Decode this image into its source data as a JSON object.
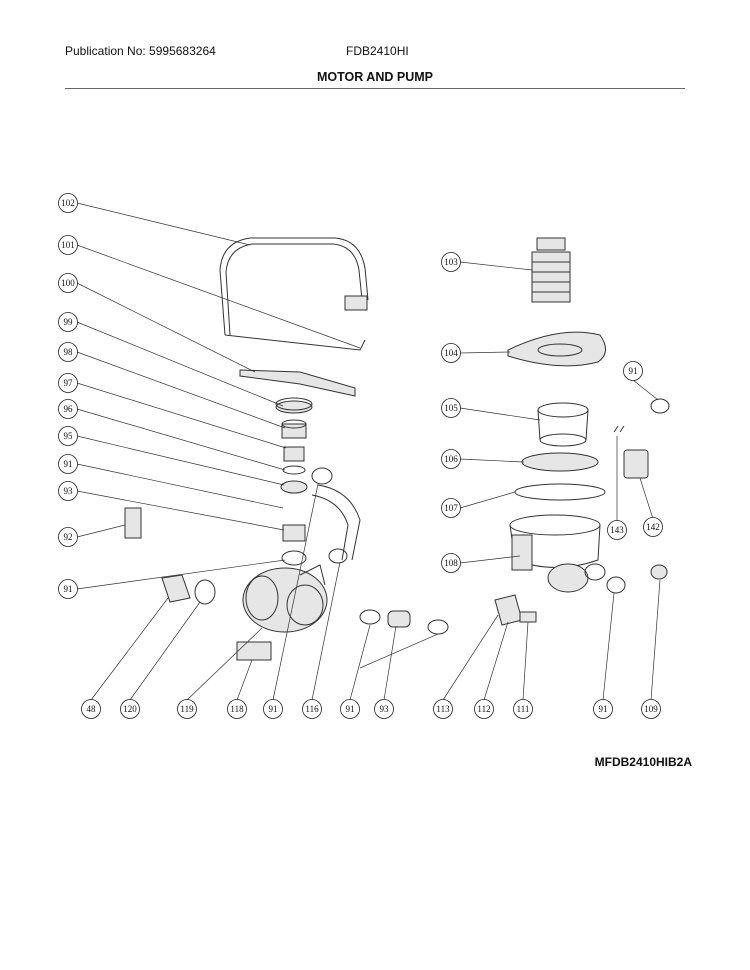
{
  "header": {
    "publication": "Publication No: 5995683264",
    "model": "FDB2410HI",
    "title": "MOTOR AND PUMP"
  },
  "diagram_id": "MFDB2410HIB2A",
  "callouts": [
    {
      "id": "c102",
      "label": "102"
    },
    {
      "id": "c101",
      "label": "101"
    },
    {
      "id": "c100",
      "label": "100"
    },
    {
      "id": "c99",
      "label": "99"
    },
    {
      "id": "c98",
      "label": "98"
    },
    {
      "id": "c97",
      "label": "97"
    },
    {
      "id": "c96",
      "label": "96"
    },
    {
      "id": "c95",
      "label": "95"
    },
    {
      "id": "c91a",
      "label": "91"
    },
    {
      "id": "c93a",
      "label": "93"
    },
    {
      "id": "c92",
      "label": "92"
    },
    {
      "id": "c91b",
      "label": "91"
    },
    {
      "id": "c103",
      "label": "103"
    },
    {
      "id": "c104",
      "label": "104"
    },
    {
      "id": "c91c",
      "label": "91"
    },
    {
      "id": "c105",
      "label": "105"
    },
    {
      "id": "c106",
      "label": "106"
    },
    {
      "id": "c107",
      "label": "107"
    },
    {
      "id": "c108",
      "label": "108"
    },
    {
      "id": "c143",
      "label": "143"
    },
    {
      "id": "c142",
      "label": "142"
    },
    {
      "id": "c48",
      "label": "48"
    },
    {
      "id": "c120",
      "label": "120"
    },
    {
      "id": "c119",
      "label": "119"
    },
    {
      "id": "c118",
      "label": "118"
    },
    {
      "id": "c91d",
      "label": "91"
    },
    {
      "id": "c116",
      "label": "116"
    },
    {
      "id": "c91e",
      "label": "91"
    },
    {
      "id": "c93b",
      "label": "93"
    },
    {
      "id": "c113",
      "label": "113"
    },
    {
      "id": "c112",
      "label": "112"
    },
    {
      "id": "c111",
      "label": "111"
    },
    {
      "id": "c91f",
      "label": "91"
    },
    {
      "id": "c109",
      "label": "109"
    }
  ]
}
